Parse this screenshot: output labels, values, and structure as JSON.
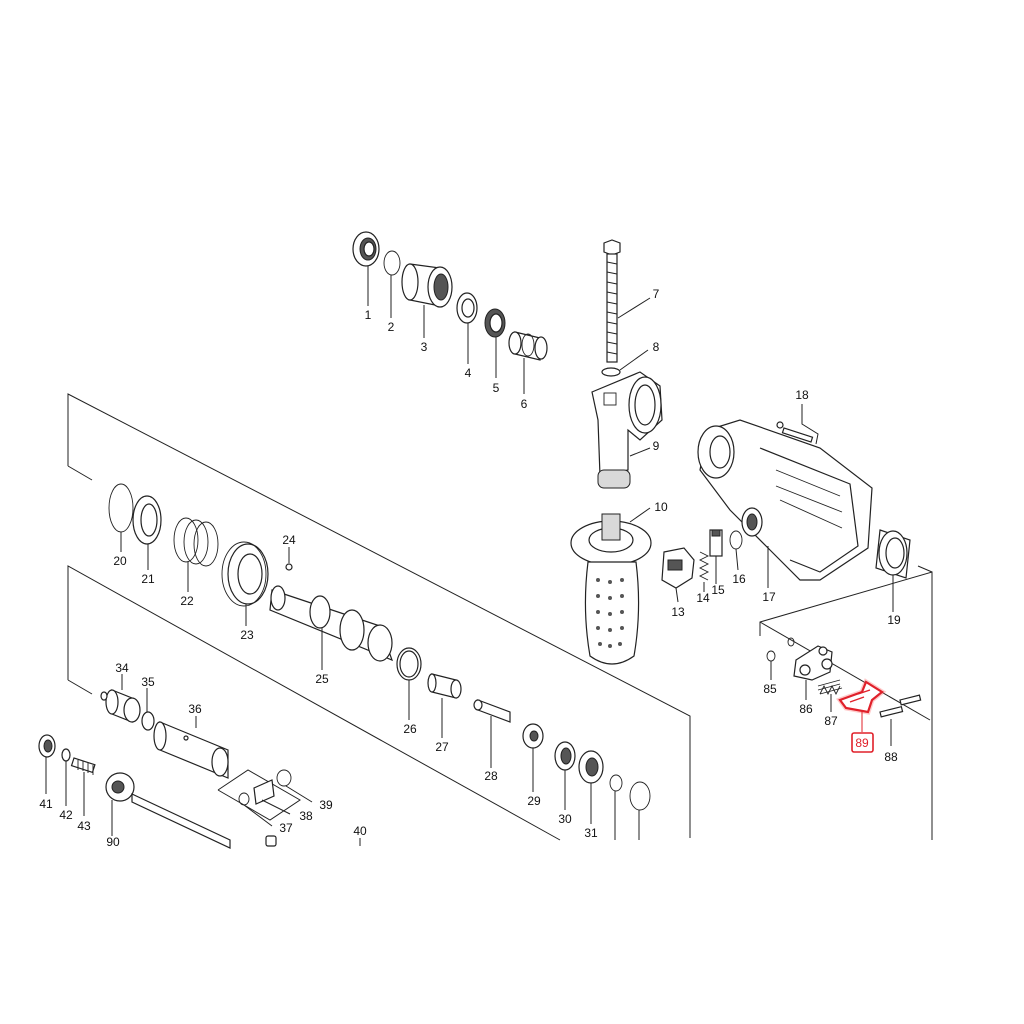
{
  "diagram": {
    "highlight_color": "#e0202a",
    "highlighted_part": "89",
    "labels": [
      "1",
      "2",
      "3",
      "4",
      "5",
      "6",
      "7",
      "8",
      "9",
      "10",
      "13",
      "14",
      "15",
      "16",
      "17",
      "18",
      "19",
      "20",
      "21",
      "22",
      "23",
      "24",
      "25",
      "26",
      "27",
      "28",
      "29",
      "30",
      "31",
      "34",
      "35",
      "36",
      "37",
      "38",
      "39",
      "40",
      "41",
      "42",
      "43",
      "85",
      "86",
      "87",
      "88",
      "89",
      "90"
    ]
  }
}
